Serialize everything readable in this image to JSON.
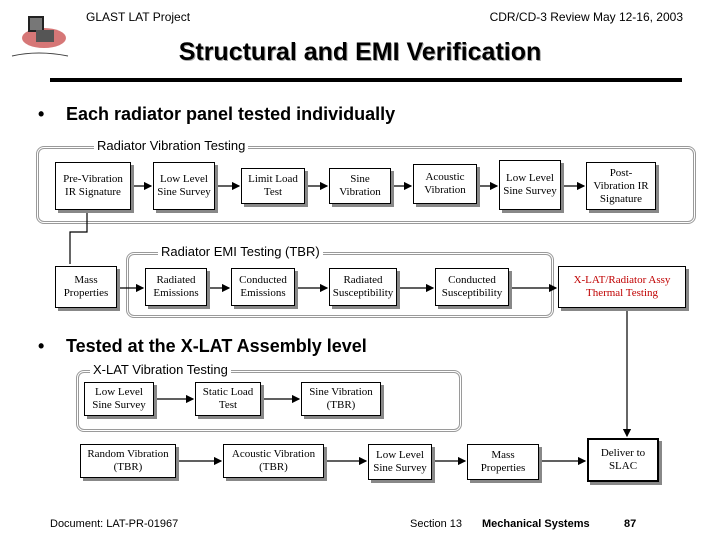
{
  "header": {
    "project": "GLAST LAT Project",
    "review": "CDR/CD-3 Review May 12-16, 2003"
  },
  "title": "Structural and EMI Verification",
  "bullets": {
    "first": "Each radiator panel tested individually",
    "second": "Tested at the X-LAT Assembly level"
  },
  "groups": {
    "radiator_vibration": "Radiator Vibration Testing",
    "radiator_emi": "Radiator EMI Testing (TBR)",
    "xlat_vibration": "X-LAT Vibration Testing"
  },
  "boxes": {
    "pre_vib": "Pre-Vibration IR Signature",
    "low_level_1": "Low Level Sine Survey",
    "limit_load": "Limit Load Test",
    "sine_vib": "Sine Vibration",
    "acoustic": "Acoustic Vibration",
    "low_level_2": "Low Level Sine Survey",
    "post_vib": "Post-Vibration IR Signature",
    "mass_props": "Mass Properties",
    "radiated_em": "Radiated Emissions",
    "conducted_em": "Conducted Emissions",
    "radiated_sus": "Radiated Susceptibility",
    "conducted_sus": "Conducted Susceptibility",
    "xlat_thermal": "X-LAT/Radiator Assy Thermal Testing",
    "x_low_level": "Low Level Sine Survey",
    "x_static_load": "Static Load Test",
    "x_sine_vib": "Sine Vibration (TBR)",
    "x_random_vib": "Random Vibration (TBR)",
    "x_acoustic": "Acoustic Vibration (TBR)",
    "x_low_level_2": "Low Level Sine Survey",
    "x_mass_props": "Mass Properties",
    "deliver": "Deliver to SLAC"
  },
  "footer": {
    "document": "Document:  LAT-PR-01967",
    "section": "Section 13",
    "topic": "Mechanical Systems",
    "page": "87"
  },
  "colors": {
    "highlight": "#c00000",
    "group_border": "#9a9a9a"
  }
}
